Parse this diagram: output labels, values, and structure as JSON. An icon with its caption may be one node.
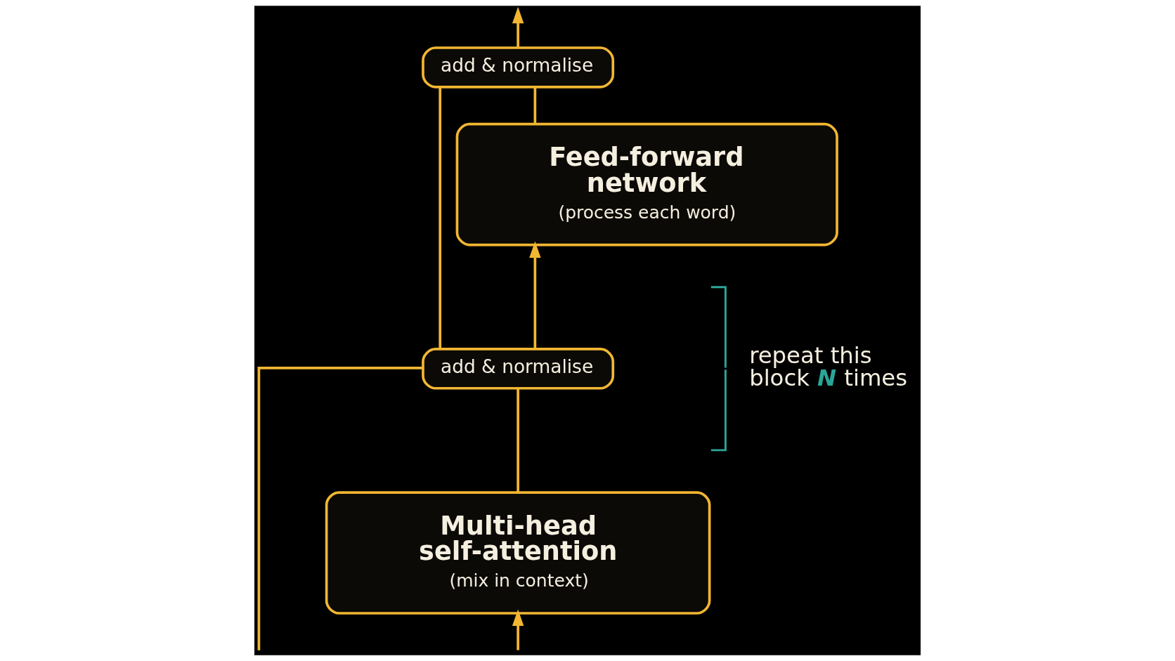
{
  "diagram": {
    "nodes": [
      {
        "text": [
          "add & normalise"
        ]
      },
      {
        "text": [
          "Feed-forward network",
          "(process each word)"
        ]
      },
      {
        "text": [
          "add & normalise"
        ]
      },
      {
        "text": [
          "Multi-head self-attention",
          "(mix in context)"
        ]
      }
    ],
    "edges": [
      {
        "from": null,
        "to": 3,
        "arrow": "to"
      },
      {
        "from": null,
        "to": 2,
        "arrow": "none"
      },
      {
        "from": 3,
        "to": 2,
        "arrow": "none"
      },
      {
        "from": 2,
        "to": 1,
        "arrow": "to"
      },
      {
        "from": 2,
        "to": 0,
        "arrow": "none"
      },
      {
        "from": 1,
        "to": 0,
        "arrow": "none"
      },
      {
        "from": 0,
        "to": null,
        "arrow": "to"
      }
    ],
    "labels": [
      "repeat this block *N* times"
    ]
  }
}
